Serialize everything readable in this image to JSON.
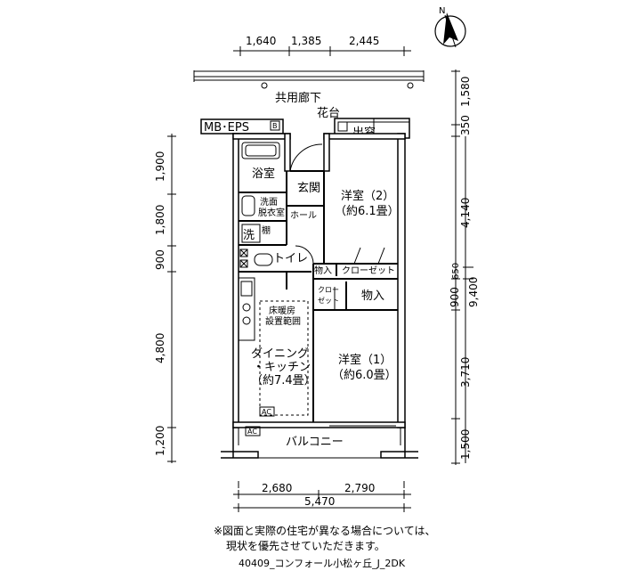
{
  "compass": {
    "label": "N",
    "icon": "north-arrow-icon"
  },
  "dimensions": {
    "top": [
      "1,640",
      "1,385",
      "2,445"
    ],
    "bottom_parts": [
      "2,680",
      "2,790"
    ],
    "bottom_total": "5,470",
    "left": [
      "1,900",
      "1,800",
      "900",
      "4,800",
      "1,200"
    ],
    "right_outer": [
      "1,580",
      "350",
      "4,140",
      "900",
      "650",
      "3,710",
      "1,500"
    ],
    "right_total": "9,400"
  },
  "labels": {
    "corridor": "共用廊下",
    "flower_bed": "花台",
    "bay_window": "出窓",
    "mb_eps": "MB･EPS",
    "mb_eps_b": "B",
    "bath": "浴室",
    "entrance": "玄関",
    "washroom_1": "洗面",
    "washroom_2": "脱衣室",
    "hall": "ホール",
    "shelf": "棚",
    "washer": "洗",
    "toilet": "トイレ",
    "storage_1": "物入",
    "closet_1": "クローゼット",
    "closet_2a": "クロー",
    "closet_2b": "ゼット",
    "storage_2": "物入",
    "western_2_name": "洋室（2）",
    "western_2_size": "（約6.1畳）",
    "western_1_name": "洋室（1）",
    "western_1_size": "（約6.0畳）",
    "floor_heat_1": "床暖房",
    "floor_heat_2": "設置範囲",
    "dk_1": "ダイニング",
    "dk_2": "・キッチン",
    "dk_3": "（約7.4畳）",
    "ac_1": "AC",
    "ac_2": "AC",
    "balcony": "バルコニー"
  },
  "note": {
    "line1": "※図面と実際の住宅が異なる場合については、",
    "line2": "現状を優先させていただきます。"
  },
  "caption": "40409_コンフォール小松ヶ丘_J_2DK"
}
